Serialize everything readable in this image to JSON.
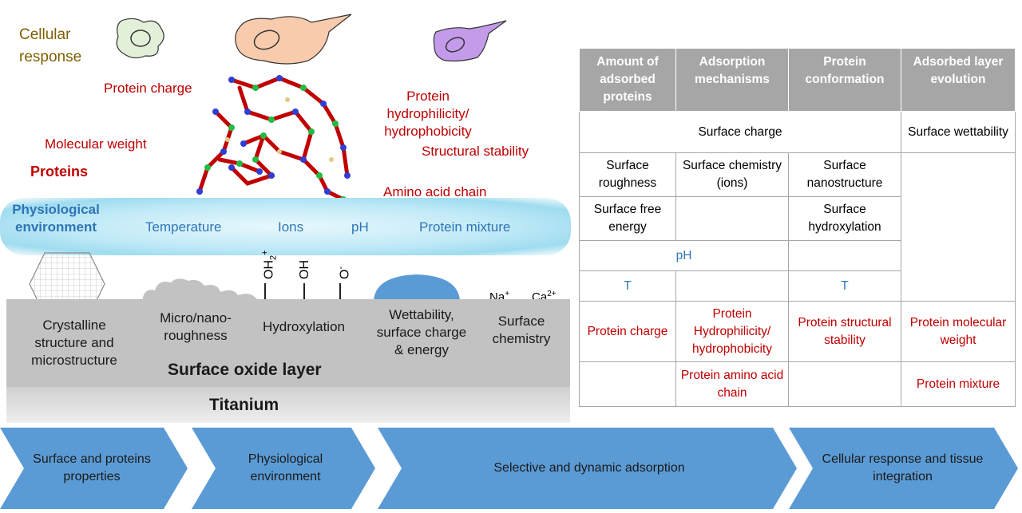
{
  "illustration": {
    "cellular_response": "Cellular response",
    "proteins": "Proteins",
    "protein_charge": "Protein charge",
    "molecular_weight": "Molecular weight",
    "protein_hydrophilicity": "Protein hydrophilicity/ hydrophobicity",
    "structural_stability": "Structural stability",
    "amino_acid_chain": "Amino acid chain",
    "physiological_environment": "Physiological environment",
    "temperature": "Temperature",
    "ions": "Ions",
    "ph": "pH",
    "protein_mixture": "Protein mixture",
    "crystalline": "Crystalline structure and microstructure",
    "roughness": "Micro/nano-roughness",
    "hydroxylation": "Hydroxylation",
    "oh2": "OH",
    "oh2_sub": "2",
    "oh2_sup": "+",
    "oh": "OH",
    "o_minus": "O",
    "o_sup": "-",
    "wettability": "Wettability, surface charge & energy",
    "na": "Na",
    "na_sup": "+",
    "ca": "Ca",
    "ca_sup": "2+",
    "surface_chemistry": "Surface chemistry",
    "surface_oxide_layer": "Surface oxide layer",
    "titanium": "Titanium",
    "colors": {
      "red": "#c00000",
      "blue": "#2e75b6",
      "olive": "#7f6000",
      "arrow": "#5b9bd5",
      "oxide": "#c2c2c2"
    }
  },
  "table": {
    "headers": [
      "Amount of adsorbed proteins",
      "Adsorption mechanisms",
      "Protein conformation",
      "Adsorbed layer evolution"
    ],
    "surface_charge": "Surface charge",
    "surface_wettability": "Surface wettability",
    "surface_roughness": "Surface roughness",
    "surface_chemistry_ions": "Surface chemistry (ions)",
    "surface_nanostructure": "Surface nanostructure",
    "surface_free_energy": "Surface free energy",
    "surface_hydroxylation": "Surface hydroxylation",
    "ph": "pH",
    "t1": "T",
    "t2": "T",
    "protein_charge": "Protein charge",
    "protein_hydro": "Protein Hydrophilicity/ hydrophobicity",
    "protein_stability": "Protein structural stability",
    "protein_mw": "Protein molecular weight",
    "protein_amino": "Protein amino acid chain",
    "protein_mixture": "Protein mixture"
  },
  "process": [
    "Surface and proteins properties",
    "Physiological environment",
    "Selective and dynamic adsorption",
    "Cellular response and tissue integration"
  ]
}
